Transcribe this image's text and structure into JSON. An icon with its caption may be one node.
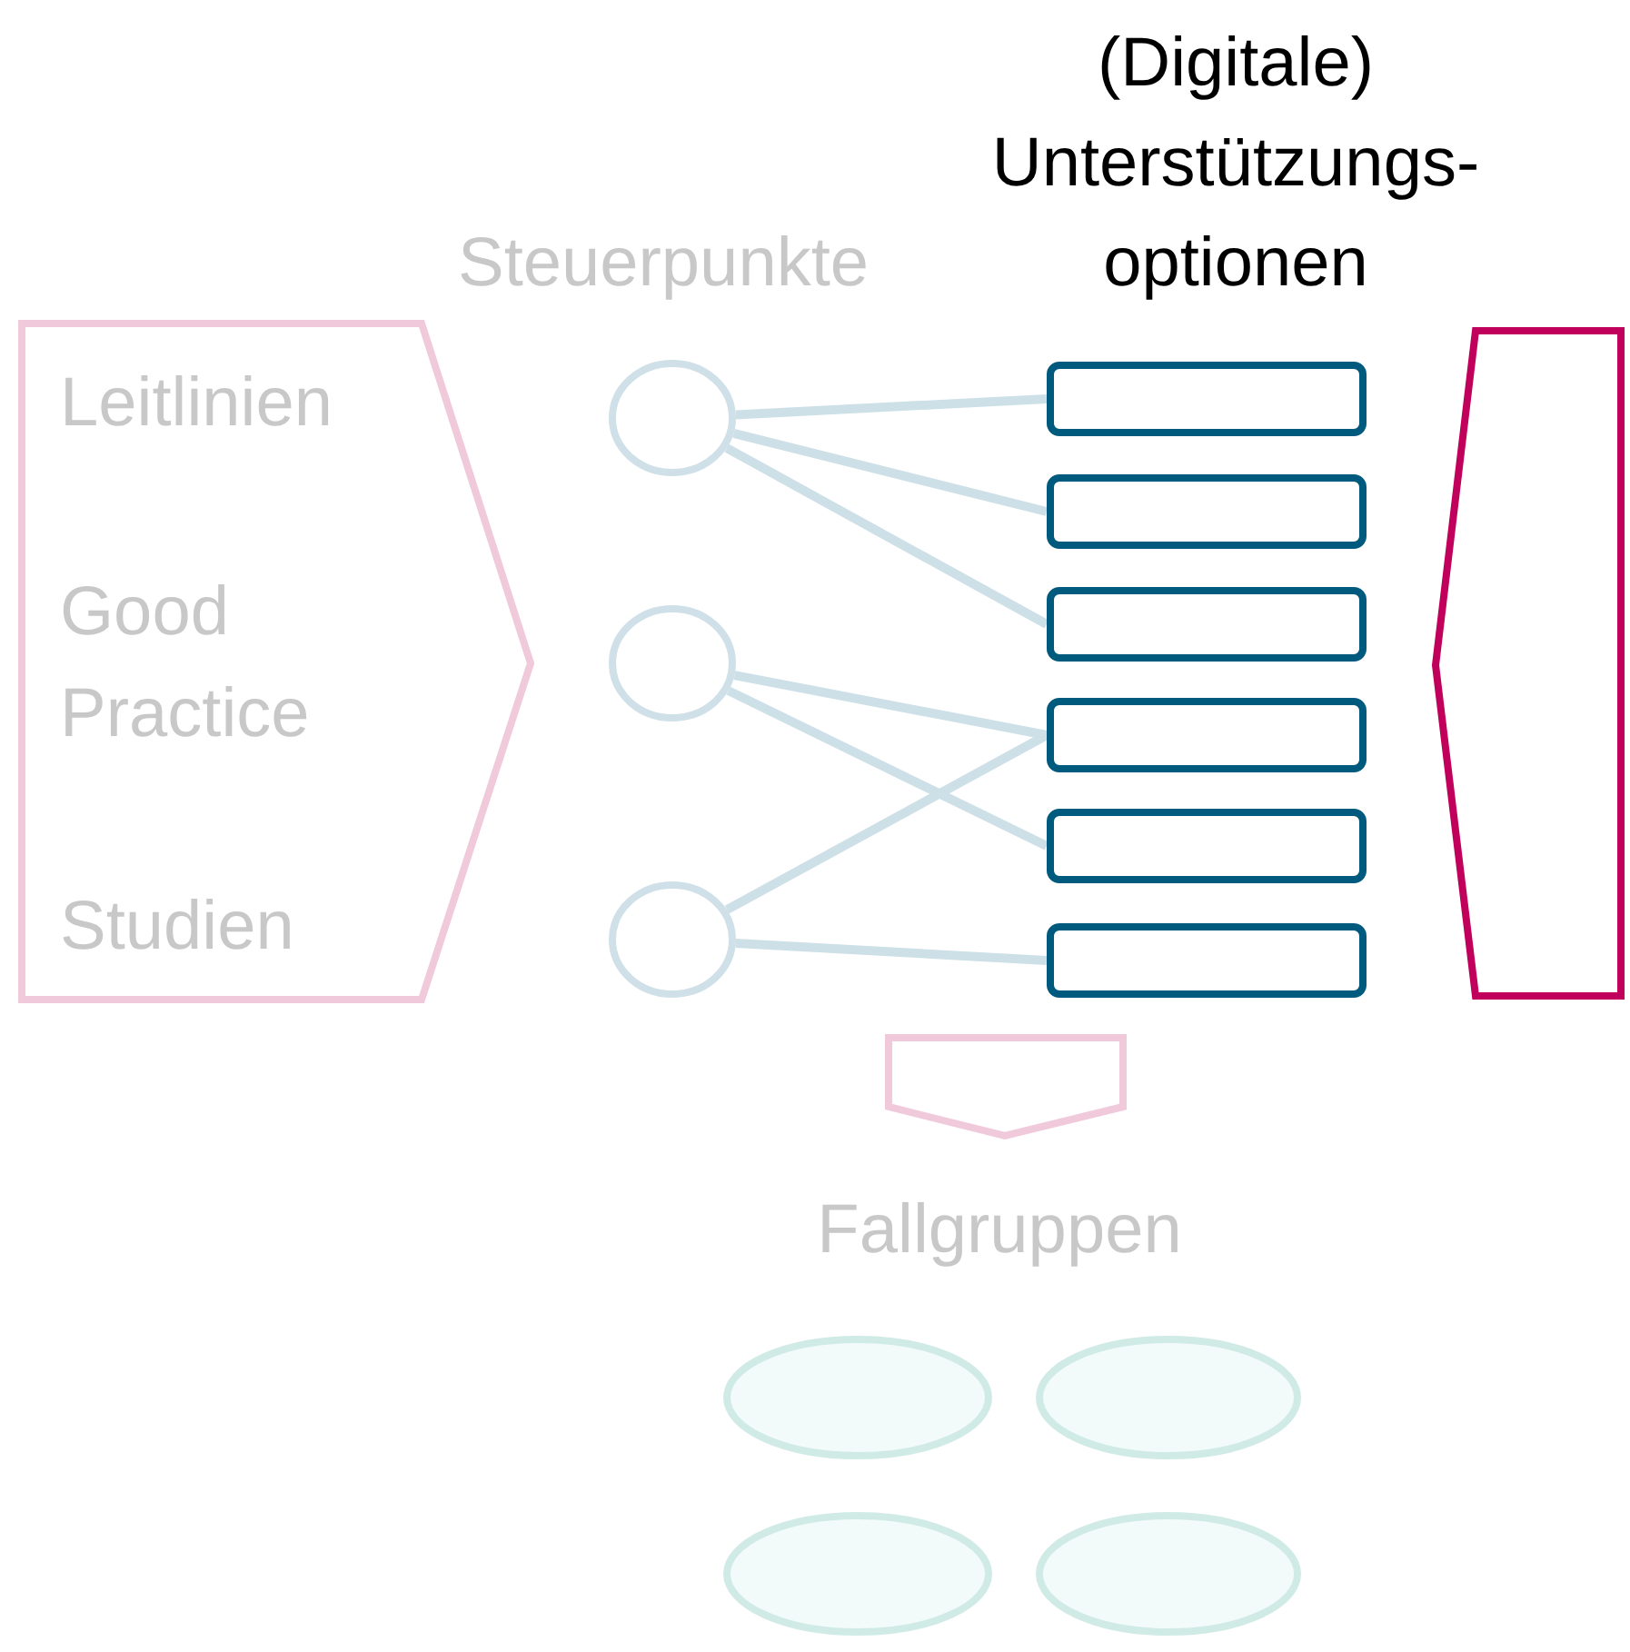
{
  "diagram": {
    "nodes": [
      {
        "text": [
          "Leitlinien",
          "Good Practice",
          "Studien"
        ]
      },
      {
        "text": [],
        "shape": "circle"
      },
      {
        "text": [],
        "shape": "circle"
      },
      {
        "text": [],
        "shape": "circle"
      },
      {
        "text": [],
        "shape": "box"
      },
      {
        "text": [],
        "shape": "box"
      },
      {
        "text": [],
        "shape": "box"
      },
      {
        "text": [],
        "shape": "box"
      },
      {
        "text": [],
        "shape": "box"
      },
      {
        "text": [],
        "shape": "box"
      },
      {
        "text": [],
        "shape": "pentagon"
      },
      {
        "text": [],
        "shape": "pentagon"
      },
      {
        "text": [],
        "shape": "ellipse"
      },
      {
        "text": [],
        "shape": "ellipse"
      },
      {
        "text": [],
        "shape": "ellipse"
      },
      {
        "text": [],
        "shape": "ellipse"
      }
    ],
    "edges": [
      {
        "from": 1,
        "to": 4,
        "arrow": "none"
      },
      {
        "from": 1,
        "to": 5,
        "arrow": "none"
      },
      {
        "from": 1,
        "to": 6,
        "arrow": "none"
      },
      {
        "from": 2,
        "to": 7,
        "arrow": "none"
      },
      {
        "from": 2,
        "to": 8,
        "arrow": "none"
      },
      {
        "from": 3,
        "to": 7,
        "arrow": "none"
      },
      {
        "from": 3,
        "to": 9,
        "arrow": "none"
      }
    ],
    "labels": [
      "(Digitale) Unterstützungs- optionen",
      "Steuerpunkte",
      "Fallgruppen"
    ]
  }
}
